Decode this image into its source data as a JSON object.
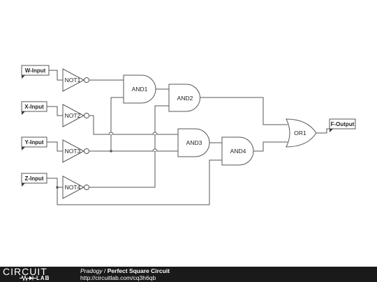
{
  "inputs": [
    {
      "label": "W-Input"
    },
    {
      "label": "X-Input"
    },
    {
      "label": "Y-Input"
    },
    {
      "label": "Z-Input"
    }
  ],
  "output": {
    "label": "F-Output"
  },
  "gates": {
    "not1": "NOT1",
    "not2": "NOT2",
    "not3": "NOT3",
    "not4": "NOT4",
    "and1": "AND1",
    "and2": "AND2",
    "and3": "AND3",
    "and4": "AND4",
    "or1": "OR1"
  },
  "footer": {
    "logo_top": "CIRCUIT",
    "logo_bottom": "LAB",
    "author": "Pradogy",
    "separator": " / ",
    "title": "Perfect Square Circuit",
    "url": "http://circuitlab.com/cq3h6qb"
  }
}
